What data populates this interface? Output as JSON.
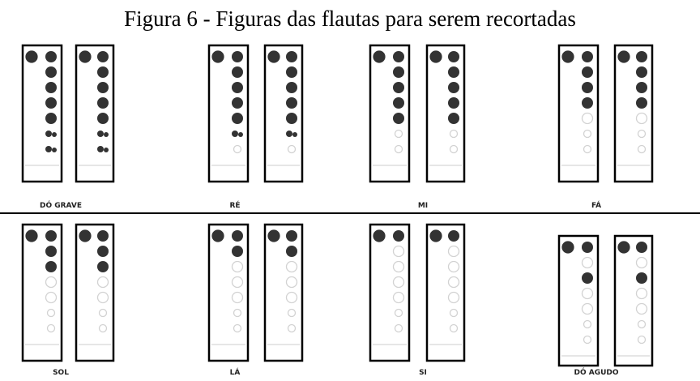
{
  "title": "Figura 6 - Figuras das flautas para serem recortadas",
  "colors": {
    "filled": "#333333",
    "open": "#d2d2d2",
    "border": "#000000"
  },
  "notes": [
    {
      "name": "DÓ GRAVE",
      "thumb": "filled",
      "holes": [
        "filled",
        "filled",
        "filled",
        "filled",
        "half",
        "half"
      ]
    },
    {
      "name": "RÉ",
      "thumb": "filled",
      "holes": [
        "filled",
        "filled",
        "filled",
        "filled",
        "half",
        "open"
      ]
    },
    {
      "name": "MI",
      "thumb": "filled",
      "holes": [
        "filled",
        "filled",
        "filled",
        "filled",
        "open",
        "open"
      ]
    },
    {
      "name": "FÁ",
      "thumb": "filled",
      "holes": [
        "filled",
        "filled",
        "filled",
        "open",
        "open",
        "open"
      ]
    },
    {
      "name": "SOL",
      "thumb": "filled",
      "holes": [
        "filled",
        "filled",
        "open",
        "open",
        "open",
        "open"
      ]
    },
    {
      "name": "LÁ",
      "thumb": "filled",
      "holes": [
        "filled",
        "open",
        "open",
        "open",
        "open",
        "open"
      ]
    },
    {
      "name": "SI",
      "thumb": "filled",
      "holes": [
        "open",
        "open",
        "open",
        "open",
        "open",
        "open"
      ]
    },
    {
      "name": "DÓ AGUDO",
      "thumb": "filled",
      "holes": [
        "open",
        "filled",
        "open",
        "open",
        "open",
        "open"
      ]
    }
  ]
}
